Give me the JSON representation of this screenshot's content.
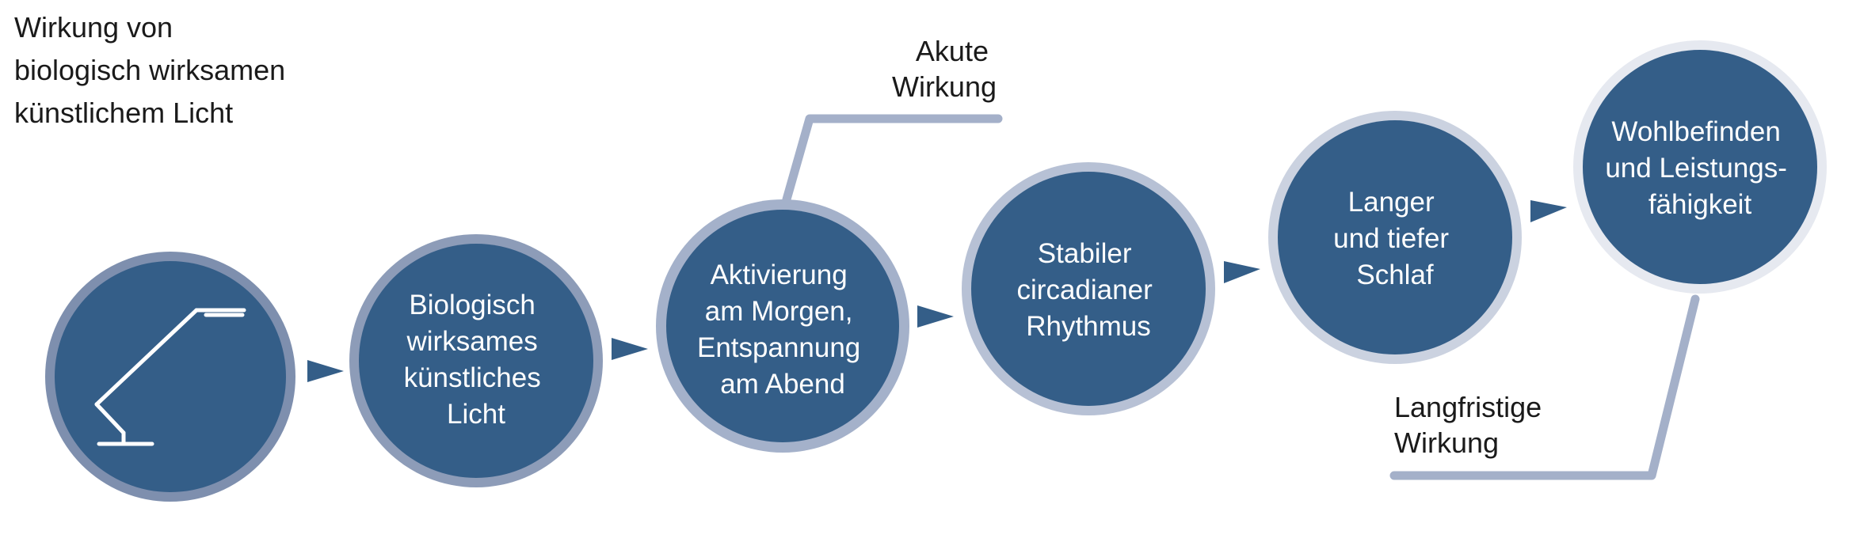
{
  "title": {
    "lines": [
      "Wirkung von",
      "biologisch wirksamen",
      "künstlichem Licht"
    ]
  },
  "icons": {
    "lamp": "desk-lamp-icon",
    "arrow": "triangle-arrow-icon"
  },
  "colors": {
    "circle_fill": "#345e88",
    "ring_1": "#7e8fae",
    "ring_2": "#8d9cb8",
    "ring_3": "#a4b1ca",
    "ring_4": "#b7c1d5",
    "ring_5": "#cbd2e0",
    "ring_6": "#e6e9f0",
    "connector": "#a4b0c9",
    "arrow": "#345e88"
  },
  "nodes": [
    {
      "id": "lamp",
      "lines": []
    },
    {
      "id": "light",
      "lines": [
        "Biologisch",
        "wirksames",
        "künstliches",
        "Licht"
      ]
    },
    {
      "id": "activation",
      "lines": [
        "Aktivierung",
        "am Morgen,",
        "Entspannung",
        "am Abend"
      ]
    },
    {
      "id": "rhythm",
      "lines": [
        "Stabiler",
        "circadianer",
        "Rhythmus"
      ]
    },
    {
      "id": "sleep",
      "lines": [
        "Langer",
        "und tiefer",
        "Schlaf"
      ]
    },
    {
      "id": "wellbeing",
      "lines": [
        "Wohlbefinden",
        "und Leistungs-",
        "fähigkeit"
      ]
    }
  ],
  "annotations": {
    "acute": [
      "Akute",
      "Wirkung"
    ],
    "longterm": [
      "Langfristige",
      "Wirkung"
    ]
  }
}
